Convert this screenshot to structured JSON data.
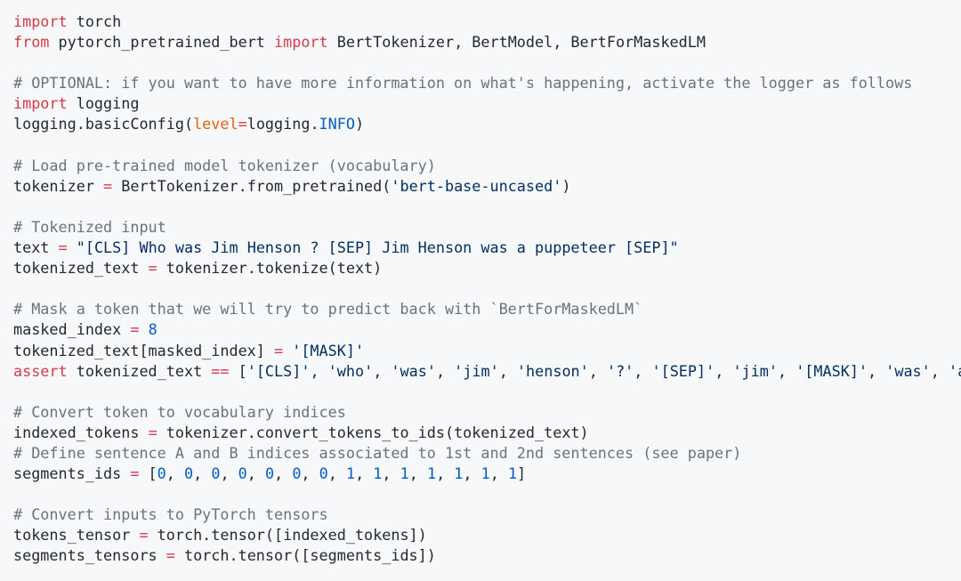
{
  "colors": {
    "background": "#f6f8fa",
    "keyword": "#d73a49",
    "comment": "#6a737d",
    "string": "#032f62",
    "number": "#005cc5",
    "parameter": "#e36209",
    "text": "#24292e"
  },
  "code": {
    "lines": [
      [
        {
          "t": "import",
          "c": "kw"
        },
        {
          "t": " torch",
          "c": "plain"
        }
      ],
      [
        {
          "t": "from",
          "c": "kw"
        },
        {
          "t": " pytorch_pretrained_bert ",
          "c": "plain"
        },
        {
          "t": "import",
          "c": "kw"
        },
        {
          "t": " BertTokenizer, BertModel, BertForMaskedLM",
          "c": "plain"
        }
      ],
      [],
      [
        {
          "t": "# OPTIONAL: if you want to have more information on what's happening, activate the logger as follows",
          "c": "cm"
        }
      ],
      [
        {
          "t": "import",
          "c": "kw"
        },
        {
          "t": " logging",
          "c": "plain"
        }
      ],
      [
        {
          "t": "logging.basicConfig(",
          "c": "plain"
        },
        {
          "t": "level",
          "c": "param"
        },
        {
          "t": "=",
          "c": "op"
        },
        {
          "t": "logging.",
          "c": "plain"
        },
        {
          "t": "INFO",
          "c": "const"
        },
        {
          "t": ")",
          "c": "plain"
        }
      ],
      [],
      [
        {
          "t": "# Load pre-trained model tokenizer (vocabulary)",
          "c": "cm"
        }
      ],
      [
        {
          "t": "tokenizer ",
          "c": "plain"
        },
        {
          "t": "=",
          "c": "op"
        },
        {
          "t": " BertTokenizer.from_pretrained(",
          "c": "plain"
        },
        {
          "t": "'bert-base-uncased'",
          "c": "str"
        },
        {
          "t": ")",
          "c": "plain"
        }
      ],
      [],
      [
        {
          "t": "# Tokenized input",
          "c": "cm"
        }
      ],
      [
        {
          "t": "text ",
          "c": "plain"
        },
        {
          "t": "=",
          "c": "op"
        },
        {
          "t": " ",
          "c": "plain"
        },
        {
          "t": "\"[CLS] Who was Jim Henson ? [SEP] Jim Henson was a puppeteer [SEP]\"",
          "c": "str"
        }
      ],
      [
        {
          "t": "tokenized_text ",
          "c": "plain"
        },
        {
          "t": "=",
          "c": "op"
        },
        {
          "t": " tokenizer.tokenize(text)",
          "c": "plain"
        }
      ],
      [],
      [
        {
          "t": "# Mask a token that we will try to predict back with `BertForMaskedLM`",
          "c": "cm"
        }
      ],
      [
        {
          "t": "masked_index ",
          "c": "plain"
        },
        {
          "t": "=",
          "c": "op"
        },
        {
          "t": " ",
          "c": "plain"
        },
        {
          "t": "8",
          "c": "num"
        }
      ],
      [
        {
          "t": "tokenized_text[masked_index] ",
          "c": "plain"
        },
        {
          "t": "=",
          "c": "op"
        },
        {
          "t": " ",
          "c": "plain"
        },
        {
          "t": "'[MASK]'",
          "c": "str"
        }
      ],
      [
        {
          "t": "assert",
          "c": "kw"
        },
        {
          "t": " tokenized_text ",
          "c": "plain"
        },
        {
          "t": "==",
          "c": "op"
        },
        {
          "t": " [",
          "c": "plain"
        },
        {
          "t": "'[CLS]'",
          "c": "str"
        },
        {
          "t": ", ",
          "c": "plain"
        },
        {
          "t": "'who'",
          "c": "str"
        },
        {
          "t": ", ",
          "c": "plain"
        },
        {
          "t": "'was'",
          "c": "str"
        },
        {
          "t": ", ",
          "c": "plain"
        },
        {
          "t": "'jim'",
          "c": "str"
        },
        {
          "t": ", ",
          "c": "plain"
        },
        {
          "t": "'henson'",
          "c": "str"
        },
        {
          "t": ", ",
          "c": "plain"
        },
        {
          "t": "'?'",
          "c": "str"
        },
        {
          "t": ", ",
          "c": "plain"
        },
        {
          "t": "'[SEP]'",
          "c": "str"
        },
        {
          "t": ", ",
          "c": "plain"
        },
        {
          "t": "'jim'",
          "c": "str"
        },
        {
          "t": ", ",
          "c": "plain"
        },
        {
          "t": "'[MASK]'",
          "c": "str"
        },
        {
          "t": ", ",
          "c": "plain"
        },
        {
          "t": "'was'",
          "c": "str"
        },
        {
          "t": ", ",
          "c": "plain"
        },
        {
          "t": "'a'",
          "c": "str"
        }
      ],
      [],
      [
        {
          "t": "# Convert token to vocabulary indices",
          "c": "cm"
        }
      ],
      [
        {
          "t": "indexed_tokens ",
          "c": "plain"
        },
        {
          "t": "=",
          "c": "op"
        },
        {
          "t": " tokenizer.convert_tokens_to_ids(tokenized_text)",
          "c": "plain"
        }
      ],
      [
        {
          "t": "# Define sentence A and B indices associated to 1st and 2nd sentences (see paper)",
          "c": "cm"
        }
      ],
      [
        {
          "t": "segments_ids ",
          "c": "plain"
        },
        {
          "t": "=",
          "c": "op"
        },
        {
          "t": " [",
          "c": "plain"
        },
        {
          "t": "0",
          "c": "num"
        },
        {
          "t": ", ",
          "c": "plain"
        },
        {
          "t": "0",
          "c": "num"
        },
        {
          "t": ", ",
          "c": "plain"
        },
        {
          "t": "0",
          "c": "num"
        },
        {
          "t": ", ",
          "c": "plain"
        },
        {
          "t": "0",
          "c": "num"
        },
        {
          "t": ", ",
          "c": "plain"
        },
        {
          "t": "0",
          "c": "num"
        },
        {
          "t": ", ",
          "c": "plain"
        },
        {
          "t": "0",
          "c": "num"
        },
        {
          "t": ", ",
          "c": "plain"
        },
        {
          "t": "0",
          "c": "num"
        },
        {
          "t": ", ",
          "c": "plain"
        },
        {
          "t": "1",
          "c": "num"
        },
        {
          "t": ", ",
          "c": "plain"
        },
        {
          "t": "1",
          "c": "num"
        },
        {
          "t": ", ",
          "c": "plain"
        },
        {
          "t": "1",
          "c": "num"
        },
        {
          "t": ", ",
          "c": "plain"
        },
        {
          "t": "1",
          "c": "num"
        },
        {
          "t": ", ",
          "c": "plain"
        },
        {
          "t": "1",
          "c": "num"
        },
        {
          "t": ", ",
          "c": "plain"
        },
        {
          "t": "1",
          "c": "num"
        },
        {
          "t": ", ",
          "c": "plain"
        },
        {
          "t": "1",
          "c": "num"
        },
        {
          "t": "]",
          "c": "plain"
        }
      ],
      [],
      [
        {
          "t": "# Convert inputs to PyTorch tensors",
          "c": "cm"
        }
      ],
      [
        {
          "t": "tokens_tensor ",
          "c": "plain"
        },
        {
          "t": "=",
          "c": "op"
        },
        {
          "t": " torch.tensor([indexed_tokens])",
          "c": "plain"
        }
      ],
      [
        {
          "t": "segments_tensors ",
          "c": "plain"
        },
        {
          "t": "=",
          "c": "op"
        },
        {
          "t": " torch.tensor([segments_ids])",
          "c": "plain"
        }
      ]
    ]
  }
}
